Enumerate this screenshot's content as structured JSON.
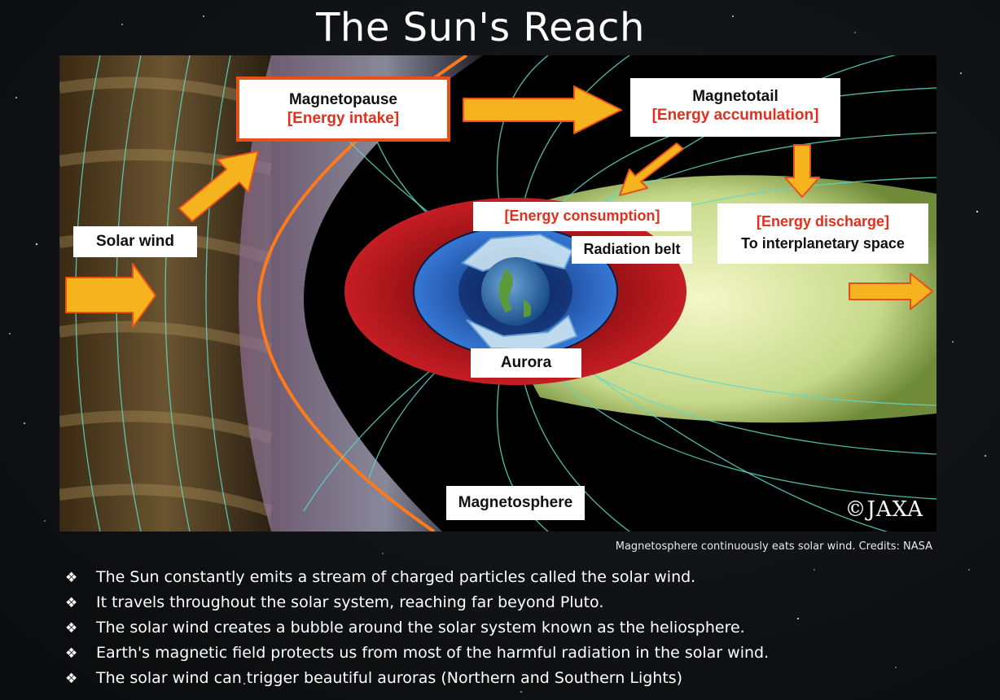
{
  "title": "The Sun's Reach",
  "figure": {
    "labels": {
      "magnetopause": "Magnetopause",
      "energy_intake": "[Energy intake]",
      "magnetotail": "Magnetotail",
      "energy_accumulation": "[Energy accumulation]",
      "energy_consumption": "[Energy consumption]",
      "radiation_belt": "Radiation belt",
      "energy_discharge": "[Energy discharge]",
      "to_interplanetary": "To interplanetary space",
      "solar_wind": "Solar wind",
      "aurora": "Aurora",
      "magnetosphere": "Magnetosphere",
      "copyright": "©JAXA"
    },
    "colors": {
      "arrow_fill": "#f5b41e",
      "arrow_stroke": "#e8501a",
      "label_red": "#e0301e",
      "field_lines": "#5fd8c8",
      "belt_red": "#c0161c",
      "inner_blue": "#2a6ad0",
      "tail_green": "#d8e8a0"
    }
  },
  "caption": "Magnetosphere continuously eats solar wind. Credits: NASA",
  "bullet_icon": "diamond-bullet-icon",
  "bullets": [
    "The Sun constantly emits a stream of charged particles called the solar wind.",
    "It travels throughout the solar system, reaching far beyond Pluto.",
    "The solar wind creates a bubble around the solar system known as the heliosphere.",
    "Earth's magnetic field protects us from most of the harmful radiation in the solar wind.",
    "The solar wind can trigger beautiful auroras (Northern and Southern Lights)"
  ]
}
